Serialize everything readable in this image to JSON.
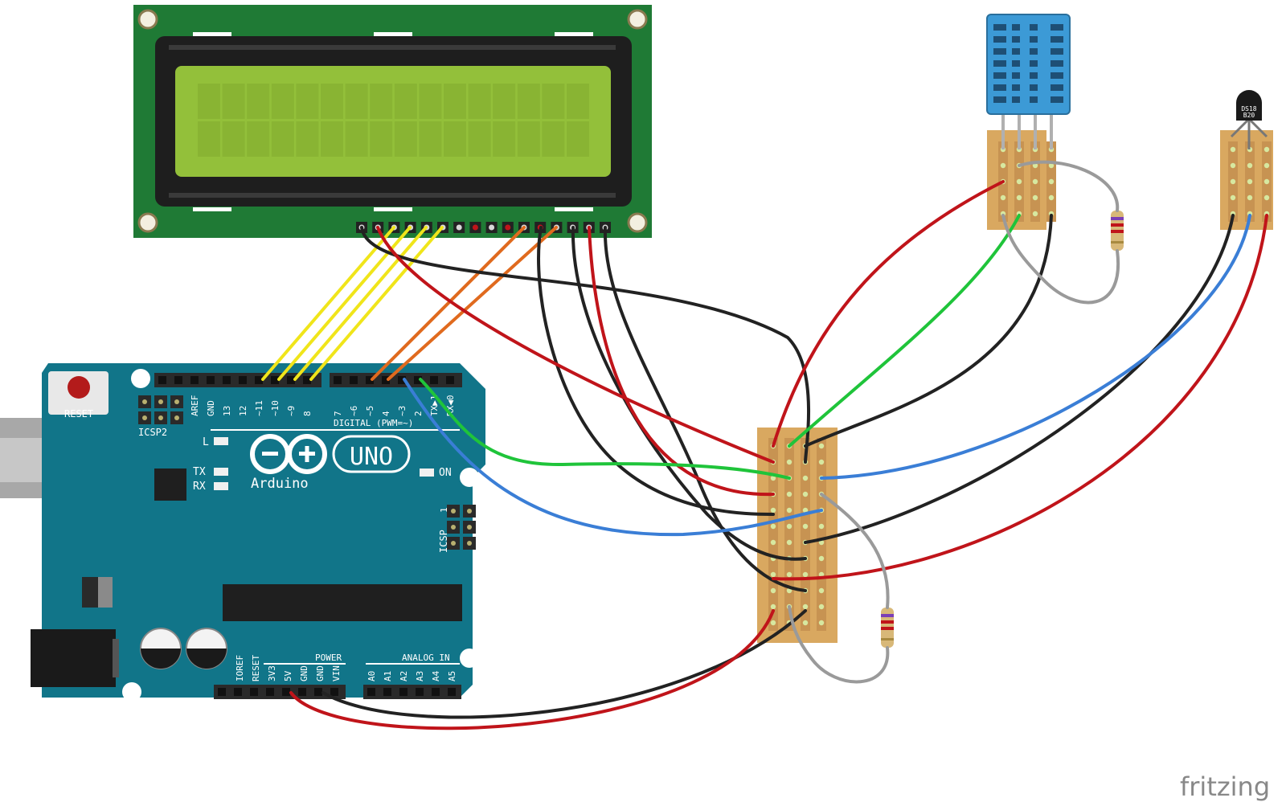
{
  "arduino": {
    "reset_label": "RESET",
    "icsp2_label": "ICSP2",
    "icsp_label": "ICSP",
    "digital_label": "DIGITAL (PWM=~)",
    "brand_label": "Arduino",
    "model_label": "UNO",
    "power_label": "POWER",
    "analog_label": "ANALOG IN",
    "led_labels": [
      "L",
      "TX",
      "RX"
    ],
    "on_label": "ON",
    "header_pin_labels_1": [
      "AREF",
      "GND",
      "13",
      "12",
      "~11",
      "~10",
      "~9",
      "8"
    ],
    "header_pin_labels_2": [
      "7",
      "~6",
      "~5",
      "4",
      "~3",
      "2",
      "TX▶1",
      "RX◀0"
    ],
    "power_pin_labels": [
      "IOREF",
      "RESET",
      "3V3",
      "5V",
      "GND",
      "GND",
      "VIN"
    ],
    "analog_pin_labels": [
      "A0",
      "A1",
      "A2",
      "A3",
      "A4",
      "A5"
    ],
    "icsp_pin1_label": "1"
  },
  "sensor": {
    "ds18b20_label_line1": "DS18",
    "ds18b20_label_line2": "B20"
  },
  "colors": {
    "arduino_board": "#117589",
    "lcd_pcb": "#1f7a35",
    "lcd_screen": "#93c03a",
    "stripboard": "#d9a860",
    "dht11": "#3c9ad6",
    "wire_red": "#c0141a",
    "wire_black": "#222222",
    "wire_yellow": "#f0e51a",
    "wire_orange": "#e06a1e",
    "wire_green": "#1fc43a",
    "wire_blue": "#3a7ed6",
    "wire_gray": "#9a9a9a"
  },
  "watermark": "fritzing"
}
